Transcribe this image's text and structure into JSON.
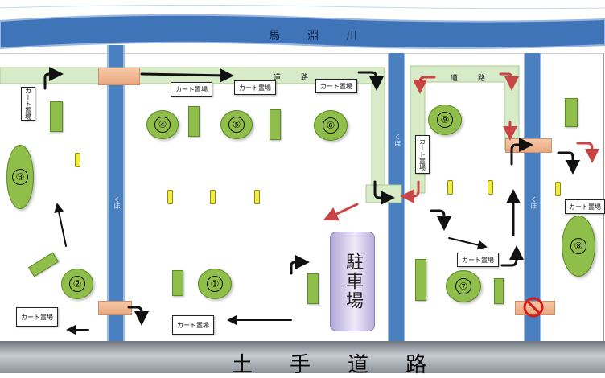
{
  "river": {
    "label": "馬　淵　川"
  },
  "road": {
    "label": "土手道路"
  },
  "cart_paths": {
    "label_left": "道　路",
    "label_right": "道　路"
  },
  "canals": {
    "label": "くぼ"
  },
  "holes": [
    {
      "id": "hole-1",
      "label": "①"
    },
    {
      "id": "hole-2",
      "label": "②"
    },
    {
      "id": "hole-3",
      "label": "③"
    },
    {
      "id": "hole-4",
      "label": "④"
    },
    {
      "id": "hole-5",
      "label": "⑤"
    },
    {
      "id": "hole-6",
      "label": "⑥"
    },
    {
      "id": "hole-7",
      "label": "⑦"
    },
    {
      "id": "hole-8",
      "label": "⑧"
    },
    {
      "id": "hole-9",
      "label": "⑨"
    }
  ],
  "cart_place": {
    "label": "カート置場"
  },
  "parking": {
    "label": "駐車場"
  },
  "colors": {
    "river": "#3f74b8",
    "canal": "#4a7fc0",
    "green": "#8fbf4a",
    "path": "#d8ebc8",
    "road": "#9aa0a8",
    "arrow_black": "#111111",
    "arrow_red": "#c94444",
    "pin": "#f2ec3a"
  },
  "icons": {
    "no_entry": "no-entry-icon",
    "arrow": "arrow-icon",
    "pin": "pin-icon"
  }
}
